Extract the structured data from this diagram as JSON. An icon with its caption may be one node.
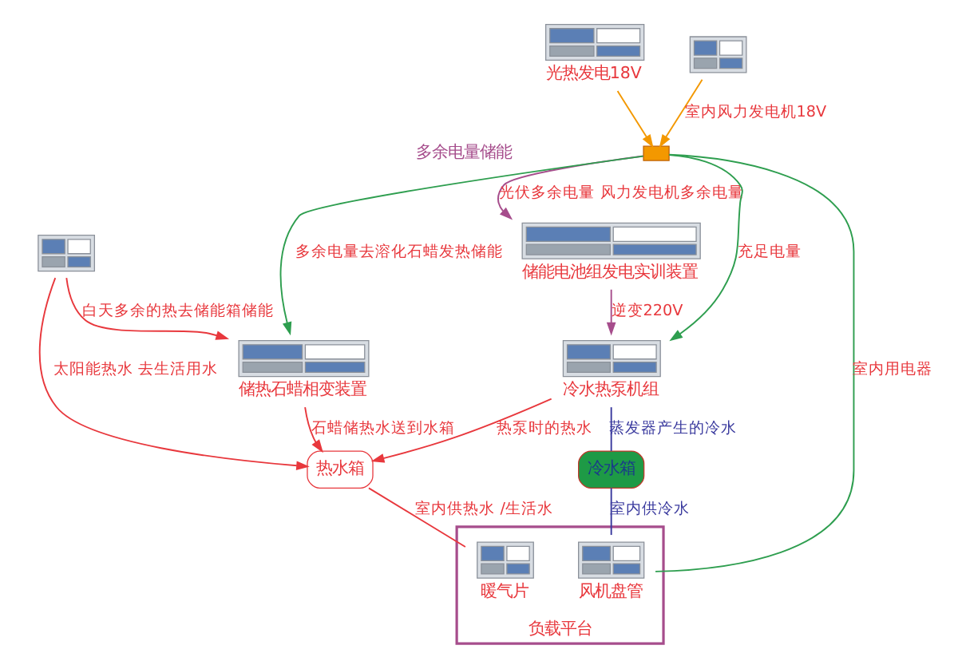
{
  "diagram": {
    "nodes": [
      {
        "text": [],
        "shape": "picture"
      },
      {
        "text": [],
        "shape": "picture",
        "beside": [
          "光热发电18V"
        ]
      },
      {
        "text": [],
        "shape": "picture"
      },
      {
        "text": [],
        "shape": "box"
      },
      {
        "text": [],
        "shape": "picture",
        "beside": [
          "储能电池组发电实训装置"
        ]
      },
      {
        "text": [],
        "shape": "picture",
        "beside": [
          "冷水热泵机组"
        ]
      },
      {
        "text": [
          "热水箱"
        ]
      },
      {
        "text": [
          "冷水箱"
        ]
      },
      {
        "text": [],
        "shape": "picture",
        "beside": [
          "储热石蜡相变装置"
        ]
      },
      {
        "text": [
          "负载平台"
        ]
      },
      {
        "text": [],
        "shape": "picture",
        "in": 9,
        "beside": [
          "暖气片"
        ]
      },
      {
        "text": [],
        "shape": "picture",
        "in": 9,
        "beside": [
          "风机盘管"
        ]
      }
    ],
    "edges": [
      {
        "from": 0,
        "to": 6,
        "arrow": "to",
        "label": "太阳能热水 去生活用水",
        "color": "#e8383d"
      },
      {
        "from": 0,
        "to": 8,
        "arrow": "to",
        "label": "白天多余的热去储能箱储能",
        "color": "#e8383d"
      },
      {
        "from": 8,
        "to": 6,
        "arrow": "to",
        "label": "石蜡储热水送到水箱",
        "color": "#e8383d"
      },
      {
        "from": 5,
        "to": 6,
        "arrow": "to",
        "label": "热泵时的热水",
        "color": "#e8383d"
      },
      {
        "from": 5,
        "to": 7,
        "arrow": "none",
        "label": "蒸发器产生的冷水",
        "color": "#3a3a9e"
      },
      {
        "from": 6,
        "to": 10,
        "arrow": "none",
        "label": "室内供热水 /生活水",
        "color": "#e8383d"
      },
      {
        "from": 7,
        "to": 11,
        "arrow": "none",
        "label": "室内供冷水",
        "color": "#3a3a9e"
      },
      {
        "from": 1,
        "to": 3,
        "arrow": "to",
        "color": "#f39800"
      },
      {
        "from": 2,
        "to": 3,
        "arrow": "to",
        "label": "室内风力发电机18V",
        "color": "#f39800"
      },
      {
        "from": 3,
        "to": 4,
        "arrow": "to",
        "label": "光伏多余电量 风力发电机多余电量",
        "color": "#a64d8c"
      },
      {
        "from": 4,
        "to": 5,
        "arrow": "to",
        "label": "逆变220V",
        "color": "#a64d8c"
      },
      {
        "from": 3,
        "to": 5,
        "arrow": "to",
        "label": "充足电量",
        "color": "#2e9e4f"
      },
      {
        "from": 3,
        "to": 8,
        "arrow": "to",
        "label": "多余电量去溶化石蜡发热储能",
        "color": "#2e9e4f"
      },
      {
        "from": 3,
        "to": 11,
        "arrow": "none",
        "label": "室内用电器",
        "color": "#2e9e4f"
      }
    ],
    "labels": [
      "多余电量储能"
    ]
  }
}
